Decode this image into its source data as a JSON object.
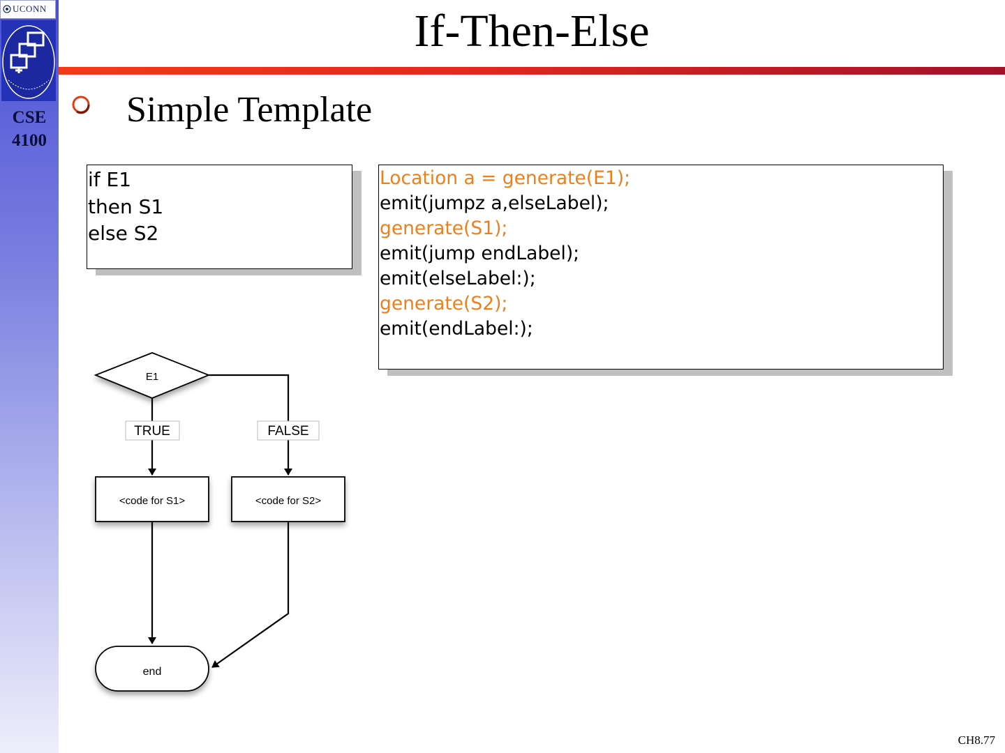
{
  "sidebar": {
    "logo_text": "UCONN",
    "course_line1": "CSE",
    "course_line2": "4100"
  },
  "slide": {
    "title": "If-Then-Else",
    "bullet": "Simple Template",
    "page_number": "CH8.77"
  },
  "template_box": {
    "lines": [
      "if E1",
      "then S1",
      "else S2"
    ]
  },
  "code_box": {
    "lines": [
      {
        "text": "Location a = generate(E1);",
        "color": "#ef7f1a"
      },
      {
        "text": "emit(jumpz a,elseLabel);",
        "color": "#000000"
      },
      {
        "text": "generate(S1);",
        "color": "#ef7f1a"
      },
      {
        "text": "emit(jump endLabel);",
        "color": "#000000"
      },
      {
        "text": "emit(elseLabel:);",
        "color": "#000000"
      },
      {
        "text": "generate(S2);",
        "color": "#ef7f1a"
      },
      {
        "text": "emit(endLabel:);",
        "color": "#000000"
      }
    ]
  },
  "flowchart": {
    "decision": "E1",
    "true_label": "TRUE",
    "false_label": "FALSE",
    "then_block": "<code for S1>",
    "else_block": "<code for S2>",
    "terminal": "end"
  },
  "colors": {
    "accent_rule": "#e0281e",
    "code_highlight": "#ef7f1a",
    "sidebar": "#4a4fd6"
  }
}
